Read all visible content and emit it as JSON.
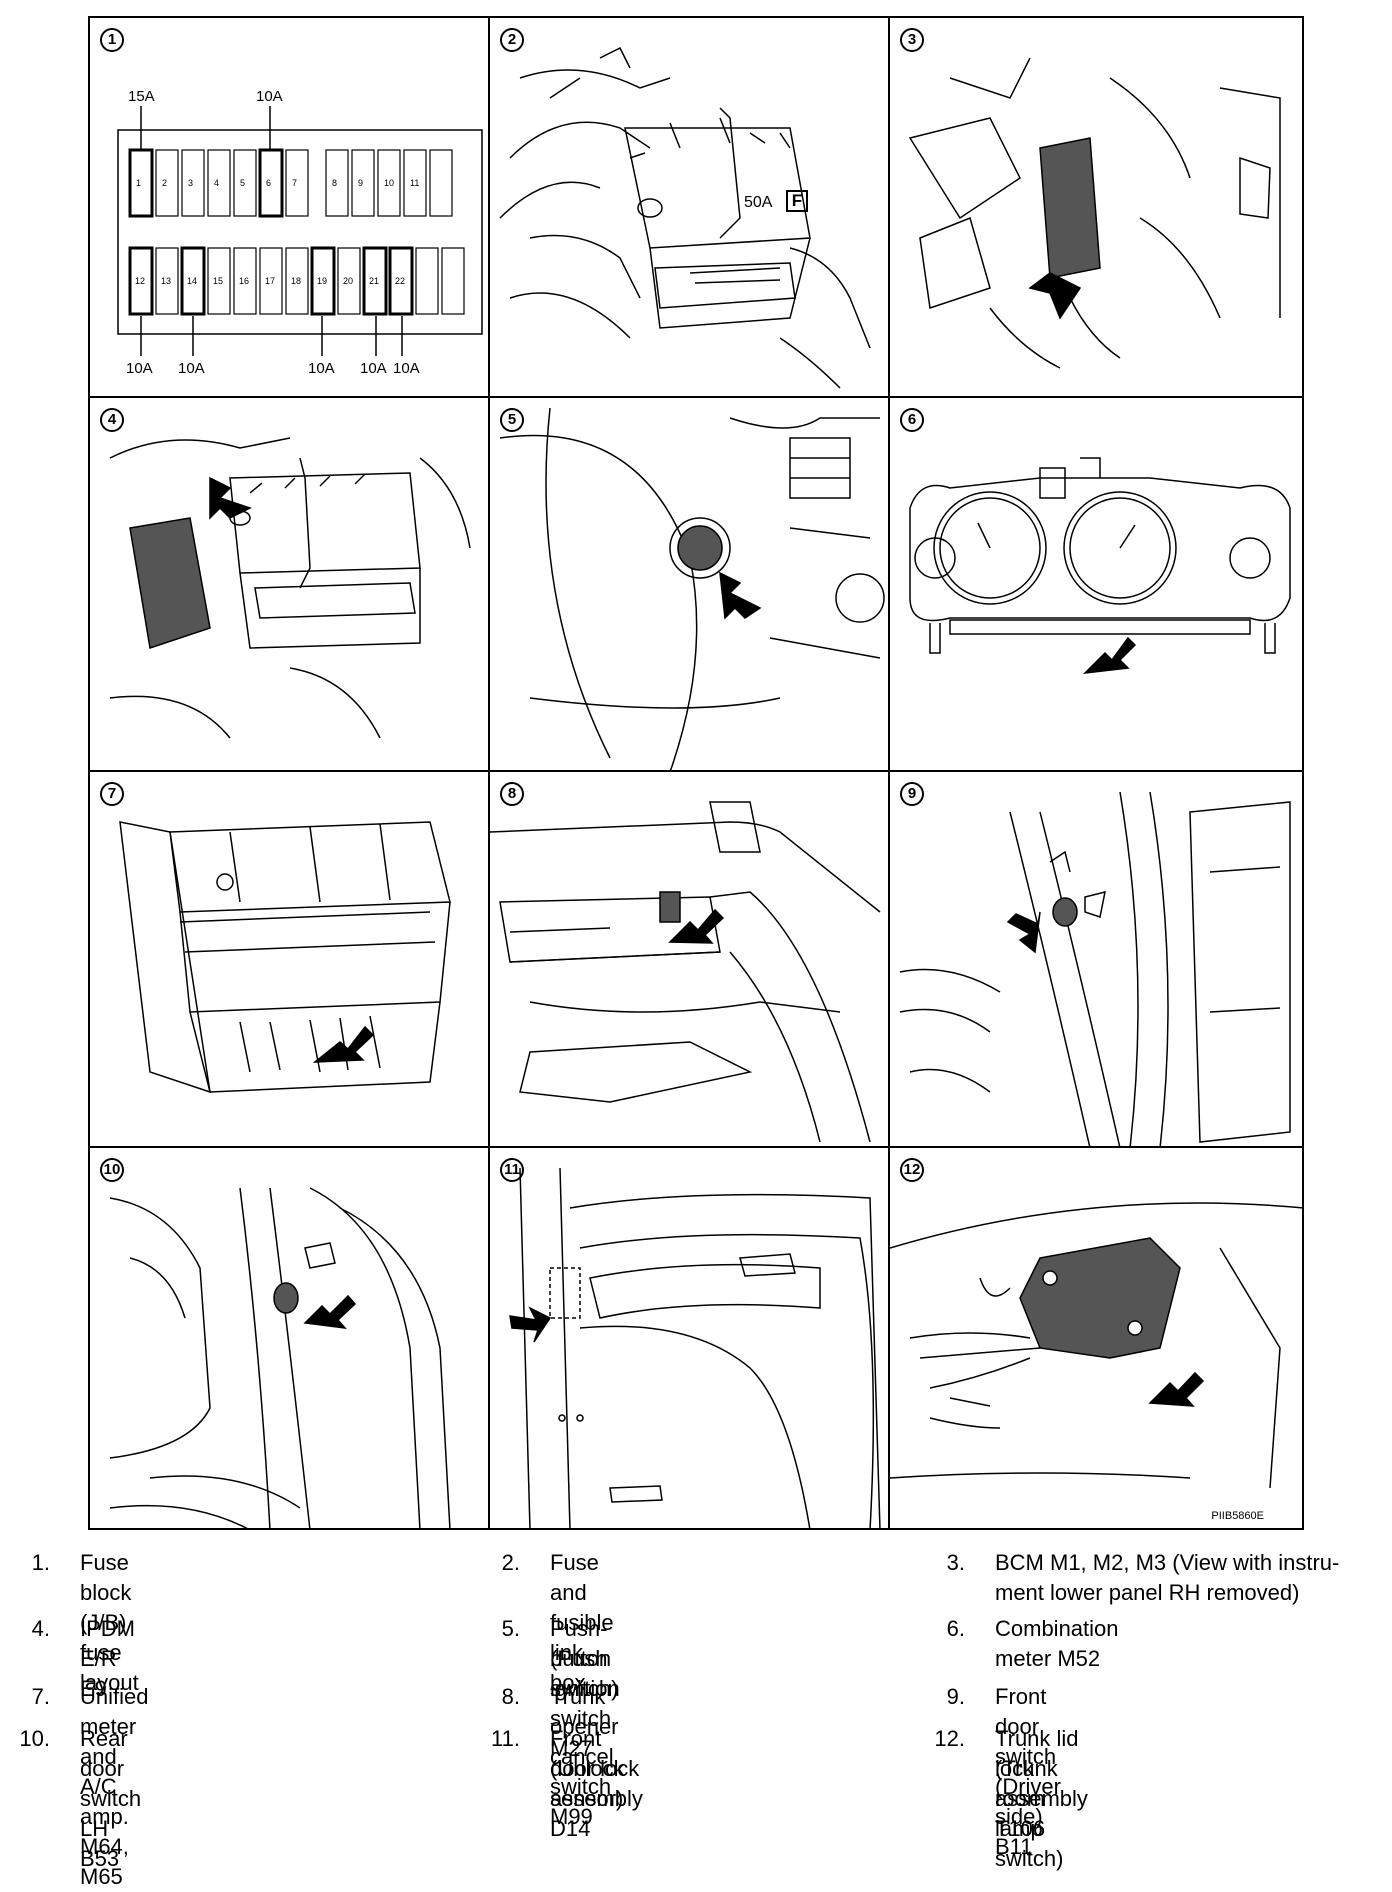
{
  "panels": [
    {
      "num": "1"
    },
    {
      "num": "2"
    },
    {
      "num": "3"
    },
    {
      "num": "4"
    },
    {
      "num": "5"
    },
    {
      "num": "6"
    },
    {
      "num": "7"
    },
    {
      "num": "8"
    },
    {
      "num": "9"
    },
    {
      "num": "10"
    },
    {
      "num": "11"
    },
    {
      "num": "12"
    }
  ],
  "fuse_layout": {
    "top_labels": [
      "15A",
      "10A"
    ],
    "bottom_labels": [
      "10A",
      "10A",
      "10A",
      "10A",
      "10A"
    ],
    "top_row": [
      "1",
      "2",
      "3",
      "4",
      "5",
      "6",
      "7",
      "8",
      "9",
      "10",
      "11"
    ],
    "bottom_row": [
      "12",
      "13",
      "14",
      "15",
      "16",
      "17",
      "18",
      "19",
      "20",
      "21",
      "22"
    ]
  },
  "fusible_link": {
    "rating": "50A",
    "letter": "F"
  },
  "reference_code": "PIIB5860E",
  "legend": [
    {
      "num": "1.",
      "text": "Fuse block (J/B) fuse layout"
    },
    {
      "num": "2.",
      "text": "Fuse and fusible link box"
    },
    {
      "num": "3.",
      "text": "BCM M1, M2, M3 (View with instru-",
      "text2": "ment lower panel RH removed)"
    },
    {
      "num": "4.",
      "text": "IPDM E/R E9"
    },
    {
      "num": "5.",
      "text": "Push-button ignition switch M27",
      "text2": "(Push switch)"
    },
    {
      "num": "6.",
      "text": "Combination meter M52"
    },
    {
      "num": "7.",
      "text": "Unified meter and A/C amp. M64, M65"
    },
    {
      "num": "8.",
      "text": "Trunk opener cancel switch M99"
    },
    {
      "num": "9.",
      "text": "Front door switch (Driver side) B11"
    },
    {
      "num": "10.",
      "text": "Rear door switch LH B53"
    },
    {
      "num": "11.",
      "text": "Front door lock assembly D14",
      "text2": "(Unlock sensor)"
    },
    {
      "num": "12.",
      "text": "Trunk lid lock assembly T106",
      "text2": "(Trunk room lamp switch)"
    }
  ]
}
